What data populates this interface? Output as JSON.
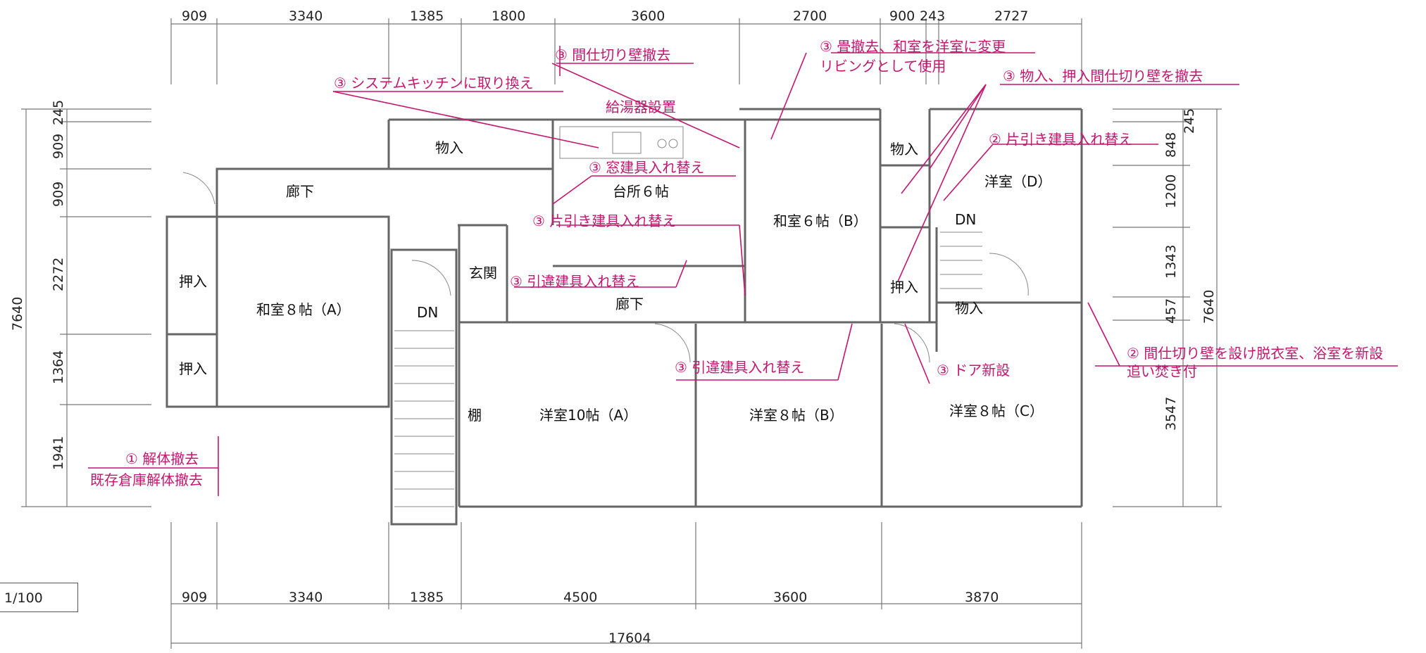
{
  "dims_top": [
    "909",
    "3340",
    "1385",
    "1800",
    "3600",
    "2700",
    "900",
    "243",
    "2727"
  ],
  "dims_bottom": [
    "909",
    "3340",
    "1385",
    "4500",
    "3600",
    "3870"
  ],
  "dim_total": "17604",
  "dims_left": [
    "245",
    "909",
    "909",
    "2272",
    "1364",
    "1941"
  ],
  "dim_left_total": "7640",
  "dims_right": [
    "245",
    "848",
    "1200",
    "1343",
    "457",
    "3547"
  ],
  "dim_right_total": "7640",
  "scale": "1/100",
  "rooms": {
    "washitsu_a": "和室８帖（A）",
    "washitsu_b": "和室６帖（B）",
    "yoshitsu_a": "洋室10帖（A）",
    "yoshitsu_b": "洋室８帖（B）",
    "yoshitsu_c": "洋室８帖（C）",
    "yoshitsu_d": "洋室（D）",
    "kitchen": "台所６帖",
    "corridor_1": "廊下",
    "corridor_2": "廊下",
    "entrance": "玄関",
    "oshiire_1": "押入",
    "oshiire_2": "押入",
    "oshiire_3": "押入",
    "monoire_1": "物入",
    "monoire_2": "物入",
    "monoire_3": "物入",
    "shelf": "棚",
    "dn_1": "DN",
    "dn_2": "DN"
  },
  "notes": {
    "n1": "③ 間仕切り壁撤去",
    "n2": "③ 畳撤去、和室を洋室に変更",
    "n2b": "リビングとして使用",
    "n3": "③ システムキッチンに取り換え",
    "n4": "③ 物入、押入間仕切り壁を撤去",
    "n5": "給湯器設置",
    "n6": "② 片引き建具入れ替え",
    "n7": "③ 窓建具入れ替え",
    "n8": "③ 片引き建具入れ替え",
    "n9": "③ 引違建具入れ替え",
    "n10": "③ 引違建具入れ替え",
    "n11": "③ ドア新設",
    "n12": "② 間仕切り壁を設け脱衣室、浴室を新設",
    "n12b": "追い焚き付",
    "n13": "① 解体撤去",
    "n13b": "既存倉庫解体撤去"
  },
  "colors": {
    "line": "#555555",
    "wall": "#666666",
    "annotation": "#c4176f",
    "text": "#111111"
  }
}
